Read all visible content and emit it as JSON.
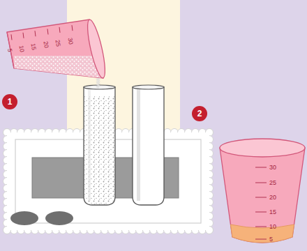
{
  "diagram": {
    "labels": [
      "1",
      "5",
      "10",
      "15",
      "20",
      "25",
      "30",
      "2",
      "30",
      "25",
      "20",
      "15",
      "10",
      "5"
    ]
  }
}
